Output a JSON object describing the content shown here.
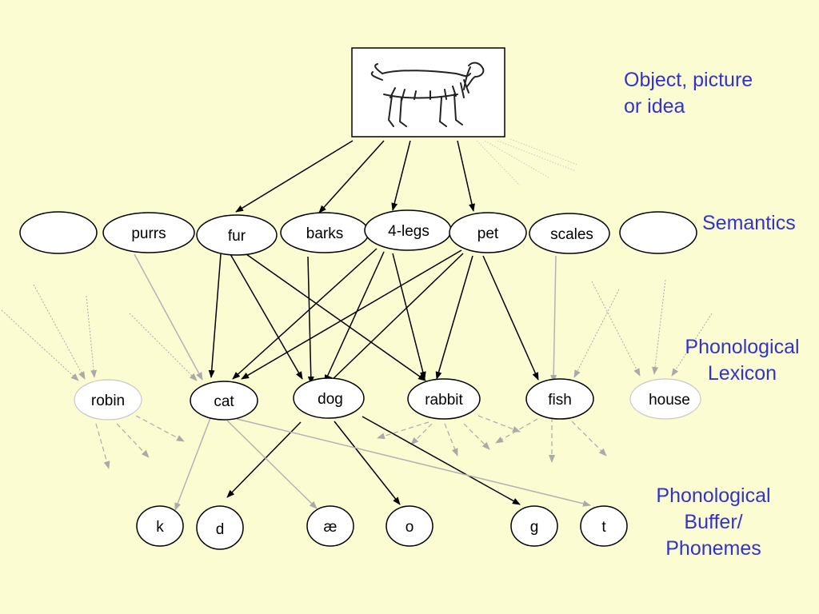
{
  "labels": {
    "object_line1": "Object, picture",
    "object_line2": "or idea",
    "semantics": "Semantics",
    "lexicon_line1": "Phonological",
    "lexicon_line2": "Lexicon",
    "buffer_line1": "Phonological",
    "buffer_line2": "Buffer/",
    "buffer_line3": "Phonemes"
  },
  "semantics": [
    "",
    "purrs",
    "fur",
    "barks",
    "4-legs",
    "pet",
    "scales",
    ""
  ],
  "lexicon": [
    "robin",
    "cat",
    "dog",
    "rabbit",
    "fish",
    "house"
  ],
  "phonemes": [
    "k",
    "d",
    "æ",
    "o",
    "g",
    "t"
  ],
  "colors": {
    "background": "#fcfcd2",
    "accent_text": "#3333cc",
    "active_edge": "#000000",
    "inactive_edge": "#b3b3b3"
  },
  "icons": {
    "object_picture": "dog-drawing-icon"
  }
}
